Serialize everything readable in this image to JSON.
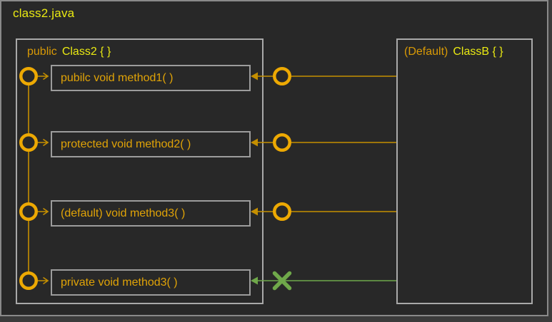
{
  "window": {
    "title": "class2.java"
  },
  "left_class": {
    "modifier": "public",
    "name": "Class2 { }"
  },
  "right_class": {
    "modifier": "(Default)",
    "name": "ClassB { }"
  },
  "methods": [
    {
      "label": "pubilc void method1( )",
      "access_from_classb": "allowed",
      "marker": "ring"
    },
    {
      "label": "protected void method2( )",
      "access_from_classb": "allowed",
      "marker": "ring"
    },
    {
      "label": "(default) void method3( )",
      "access_from_classb": "allowed",
      "marker": "ring"
    },
    {
      "label": "private void method3( )",
      "access_from_classb": "blocked",
      "marker": "x"
    }
  ],
  "colors": {
    "bg-outer": "#3b3b3b",
    "bg": "#282828",
    "win-border": "#8a8a8a",
    "box-border": "#a9a9a9",
    "method-border": "#9c9c9c",
    "yellow": "#eaea12",
    "orange": "#d99a06",
    "method-orange": "#e0a307",
    "gold": "#eda903",
    "line": "#c58f00",
    "green": "#6fa84a"
  }
}
